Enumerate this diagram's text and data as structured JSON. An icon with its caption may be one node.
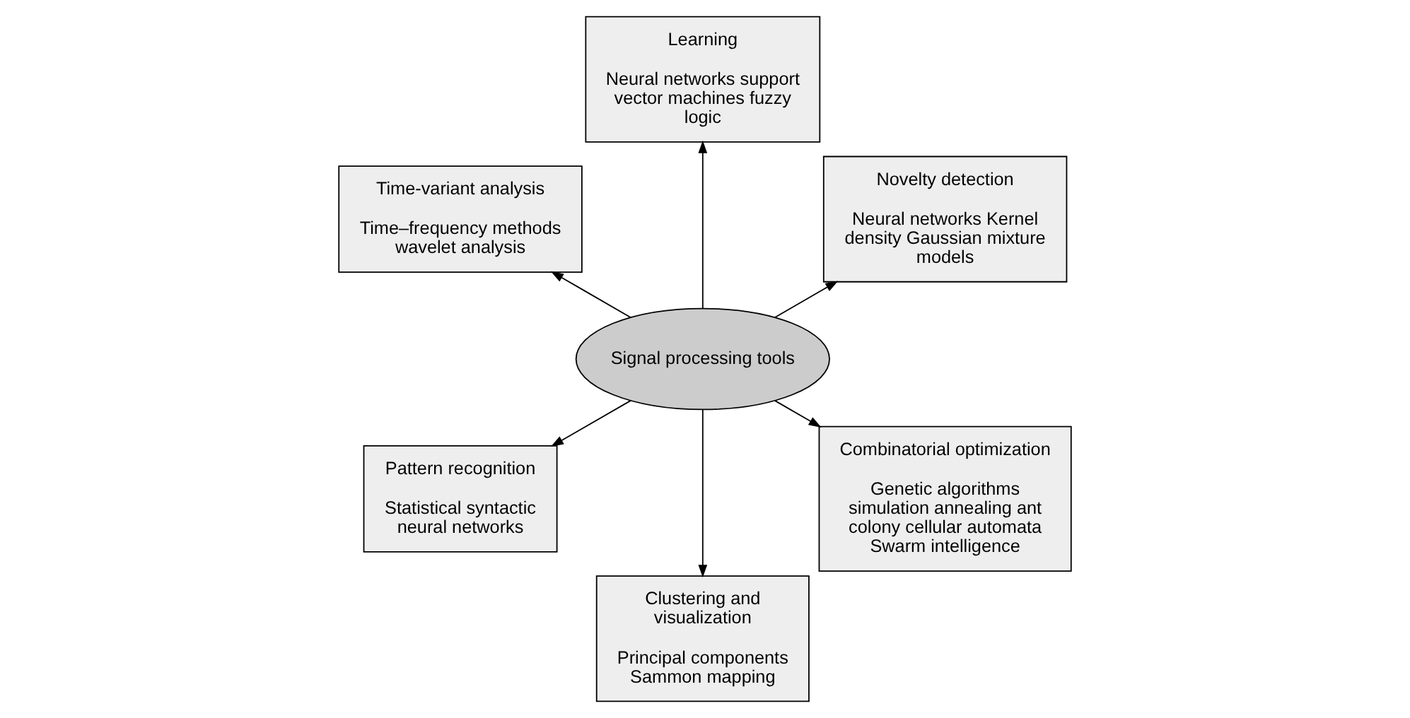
{
  "diagram": {
    "nodes": [
      {
        "text": [
          "Novelty detection",
          "Neural networks Kernel density Gaussian mixture models"
        ]
      },
      {
        "text": [
          "Learning",
          "Neural networks support vector machines fuzzy logic"
        ]
      },
      {
        "text": [
          "Time-variant analysis",
          "Time–frequency methods wavelet analysis"
        ]
      },
      {
        "text": [
          "Signal processing tools"
        ]
      },
      {
        "text": [
          "Pattern recognition",
          "Statistical syntactic neural networks"
        ]
      },
      {
        "text": [
          "Clustering and visualization",
          "Principal components Sammon mapping"
        ]
      },
      {
        "text": [
          "Combinatorial optimization",
          "Genetic algorithms simulation annealing ant colony cellular automata Swarm intelligence"
        ]
      }
    ],
    "edges": [
      {
        "from": 3,
        "to": 0,
        "arrow": "to"
      },
      {
        "from": 3,
        "to": 1,
        "arrow": "to"
      },
      {
        "from": 3,
        "to": 2,
        "arrow": "to"
      },
      {
        "from": 3,
        "to": 4,
        "arrow": "to"
      },
      {
        "from": 3,
        "to": 5,
        "arrow": "to"
      },
      {
        "from": 3,
        "to": 6,
        "arrow": "to"
      }
    ]
  }
}
